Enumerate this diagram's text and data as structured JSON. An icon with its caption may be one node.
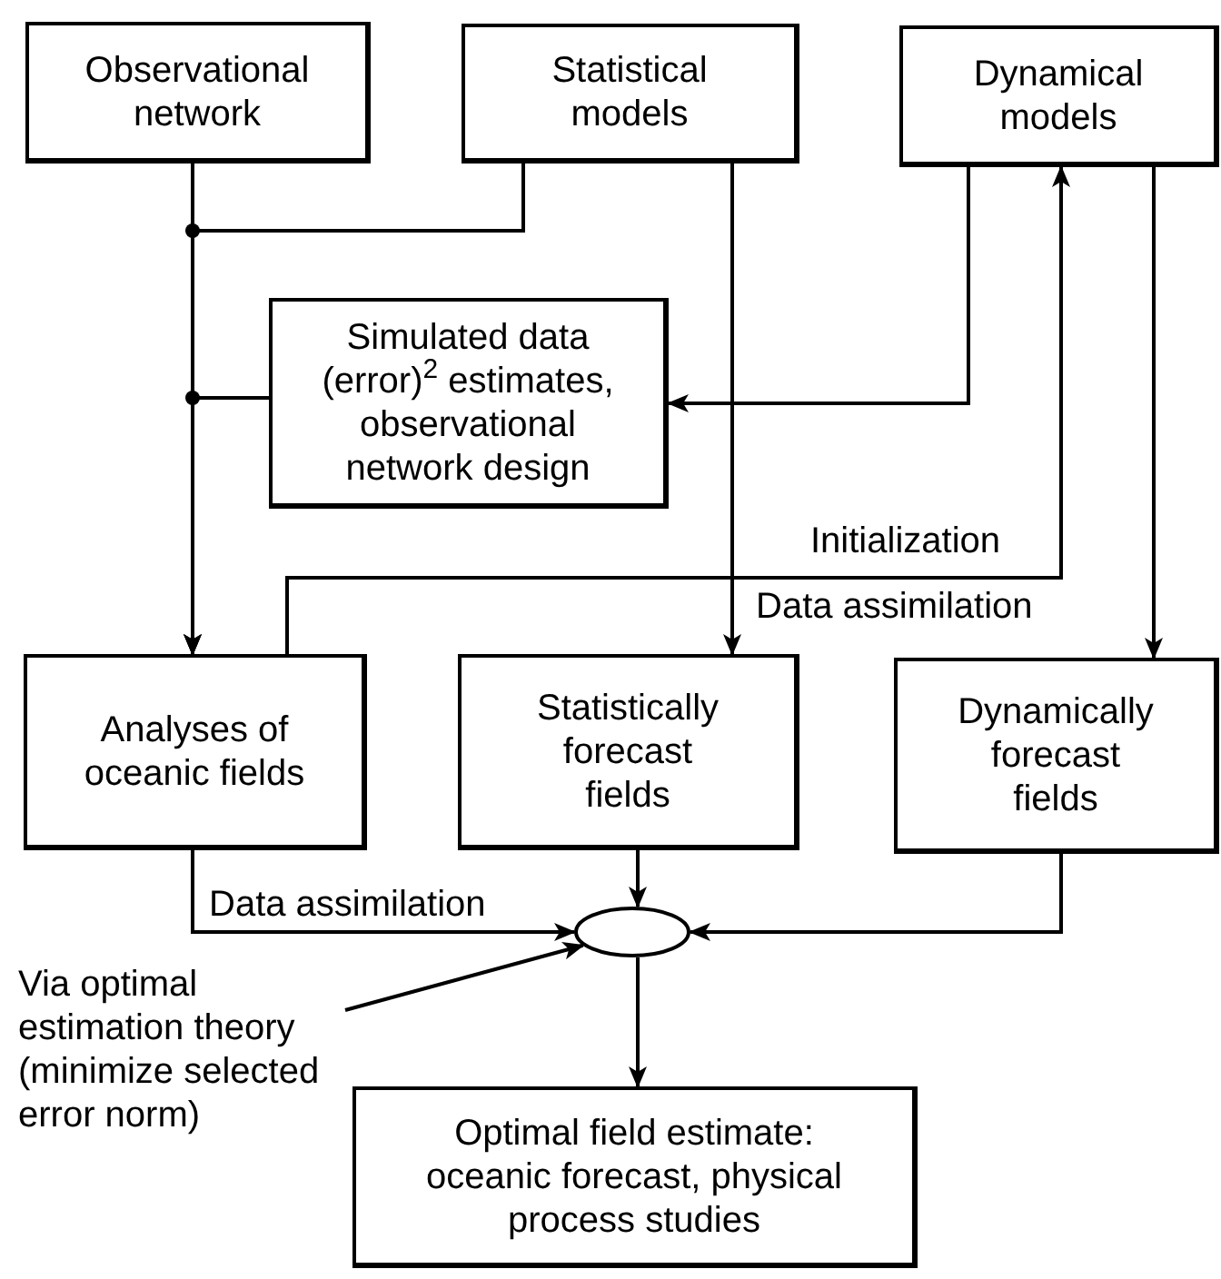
{
  "diagram": {
    "nodes": [
      {
        "text": [
          "Observational network"
        ]
      },
      {
        "text": [
          "Statistical models"
        ]
      },
      {
        "text": [
          "Dynamical models"
        ]
      },
      {
        "text": [
          "Simulated data (error)$^{2}$ estimates, observational network design"
        ]
      },
      {
        "text": [
          "Analyses of oceanic fields"
        ]
      },
      {
        "text": [
          "Statistically forecast fields"
        ]
      },
      {
        "text": [
          "Dynamically forecast fields"
        ]
      },
      {
        "text": [],
        "shape": "ellipse"
      },
      {
        "text": [
          "Via optimal estimation theory (minimize selected error norm)"
        ]
      },
      {
        "text": [
          "Optimal field estimate: oceanic forecast, physical process studies"
        ]
      }
    ],
    "edges": [
      {
        "from": 0,
        "to": 4,
        "arrow": "to"
      },
      {
        "from": 1,
        "to": 4,
        "arrow": "to"
      },
      {
        "from": 3,
        "to": 4,
        "arrow": "to"
      },
      {
        "from": 1,
        "to": 5,
        "arrow": "to"
      },
      {
        "from": 4,
        "to": 2,
        "arrow": "to",
        "label": "Initialization"
      },
      {
        "from": 2,
        "to": 3,
        "arrow": "to"
      },
      {
        "from": 2,
        "to": 6,
        "arrow": "to"
      },
      {
        "from": 4,
        "to": 7,
        "arrow": "to",
        "label": "Data assimilation"
      },
      {
        "from": 5,
        "to": 7,
        "arrow": "to"
      },
      {
        "from": 6,
        "to": 7,
        "arrow": "to"
      },
      {
        "from": 8,
        "to": 7,
        "arrow": "to"
      },
      {
        "from": 7,
        "to": 9,
        "arrow": "to"
      }
    ],
    "labels": [
      "Data assimilation"
    ]
  }
}
